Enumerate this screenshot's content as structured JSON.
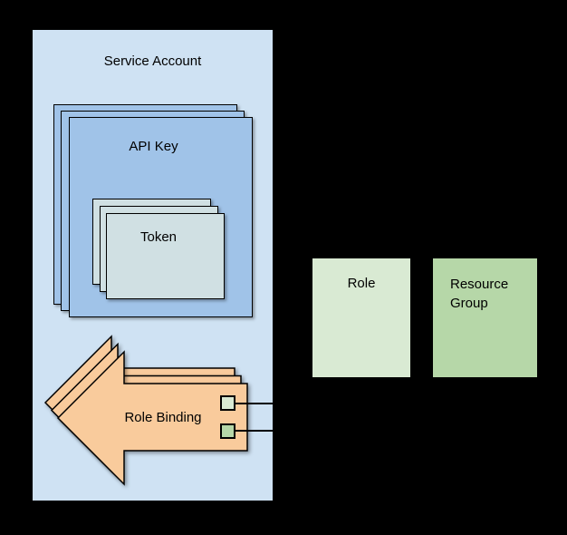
{
  "colors": {
    "background": "#000000",
    "service_account_fill": "#cfe2f3",
    "api_key_fill": "#a0c3e8",
    "token_fill": "#d0e0e3",
    "role_binding_fill": "#f9cb9c",
    "role_fill": "#d9ead3",
    "resource_group_fill": "#b6d7a8",
    "shape_border": "#000000",
    "connector_line": "#000000"
  },
  "diagram": {
    "service_account": {
      "label": "Service Account"
    },
    "api_key": {
      "label": "API Key",
      "stack_count": 3
    },
    "token": {
      "label": "Token",
      "stack_count": 3
    },
    "role_binding": {
      "label": "Role Binding",
      "stack_count": 3,
      "ports": [
        {
          "id": "role-port",
          "color": "#d9ead3"
        },
        {
          "id": "resource-group-port",
          "color": "#b6d7a8"
        }
      ]
    },
    "role": {
      "label": "Role"
    },
    "resource_group": {
      "label": "Resource Group"
    }
  }
}
